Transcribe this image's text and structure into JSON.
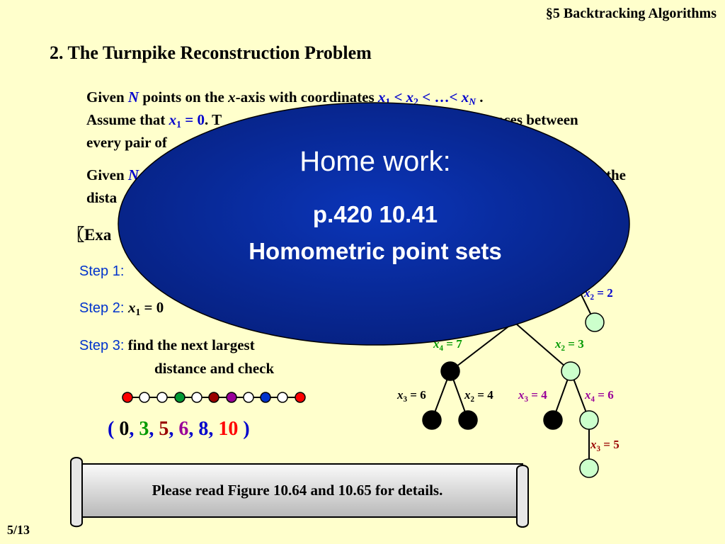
{
  "header": "§5  Backtracking Algorithms",
  "title": "2.  The Turnpike Reconstruction Problem",
  "para1": {
    "l1_a": "Given ",
    "l1_N": "N",
    "l1_b": " points on the ",
    "l1_x": "x",
    "l1_c": "-axis with coordinates ",
    "l1_x1": "x",
    "l1_s1": "1",
    "l1_lt1": " <  ",
    "l1_x2": "x",
    "l1_s2": "2",
    "l1_mid": " < …< ",
    "l1_xN": "x",
    "l1_sN": "N",
    "l1_end": " .",
    "l2_a": "Assume that ",
    "l2_x1": "x",
    "l2_s1": "1",
    "l2_eq": " = 0",
    "l2_b": ".  T",
    "l2_c": "tances between",
    "l3_a": "every pair of"
  },
  "para2": {
    "l1_a": "Given ",
    "l1_b": "N",
    "l1_c": "the",
    "l2_a": "dista"
  },
  "example": "〖Exa",
  "steps": {
    "s1": "Step 1:",
    "s2": "Step 2:",
    "s2_x": "x",
    "s2_sub": "1",
    "s2_eq": " = 0",
    "s3": "Step 3:",
    "s3_text1": " find the next largest",
    "s3_text2": "distance and check"
  },
  "tuple": {
    "open": "( ",
    "v0": "0",
    "c1": ", ",
    "v1": "3",
    "c2": ", ",
    "v2": "5",
    "c3": ", ",
    "v3": "6",
    "c4": ", ",
    "v4": "8",
    "c5": ", ",
    "v5": "10",
    "close": " )"
  },
  "tree_labels": {
    "l1": {
      "v": "x",
      "s": "2",
      "e": " = 2"
    },
    "l2": {
      "v": "x",
      "s": "4",
      "e": " = 7"
    },
    "l3": {
      "v": "x",
      "s": "2",
      "e": " = 3"
    },
    "l4": {
      "v": "x",
      "s": "3",
      "e": " = 6"
    },
    "l5": {
      "v": "x",
      "s": "2",
      "e": " = 4"
    },
    "l6": {
      "v": "x",
      "s": "3",
      "e": " = 4"
    },
    "l7": {
      "v": "x",
      "s": "4",
      "e": " = 6"
    },
    "l8": {
      "v": "x",
      "s": "3",
      "e": " = 5"
    }
  },
  "scroll_text": "Please read Figure 10.64 and 10.65 for details.",
  "page_number": "5/13",
  "oval": {
    "heading": "Home work:",
    "line1": "p.420  10.41",
    "line2": "Homometric point sets"
  },
  "colors": {
    "background": "#ffffcc",
    "blue": "#0000cc",
    "green": "#009900",
    "maroon": "#990000",
    "purple": "#990099",
    "red": "#ff0000",
    "oval": "#0a2aa0"
  }
}
